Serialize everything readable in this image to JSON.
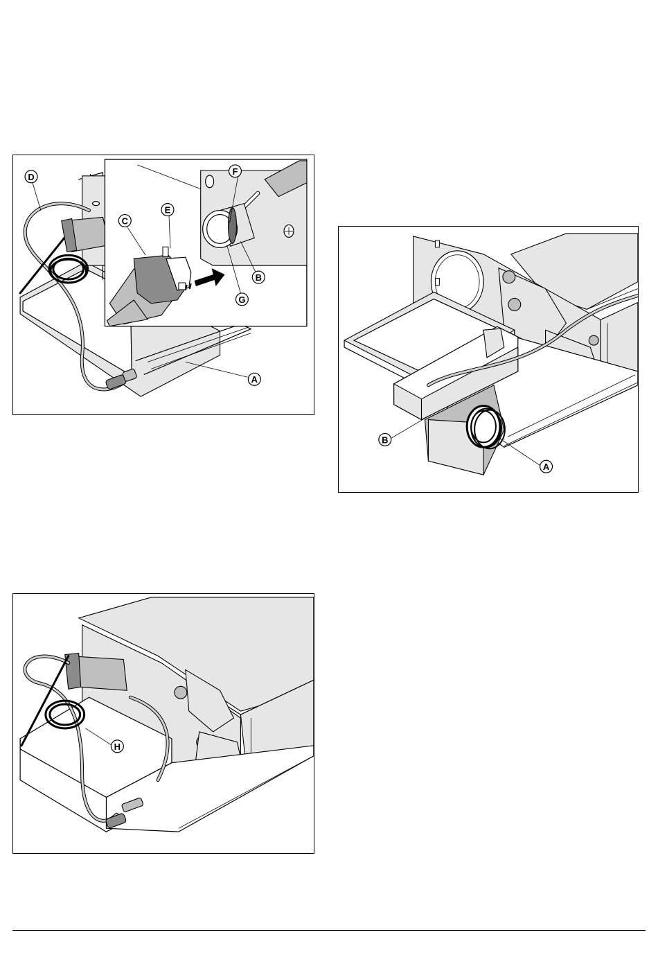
{
  "figures": [
    {
      "id": "fig1",
      "callouts": [
        "D",
        "C",
        "E",
        "F",
        "B",
        "G",
        "A"
      ]
    },
    {
      "id": "fig2",
      "callouts": [
        "B",
        "A"
      ]
    },
    {
      "id": "fig3",
      "callouts": [
        "H"
      ]
    }
  ]
}
